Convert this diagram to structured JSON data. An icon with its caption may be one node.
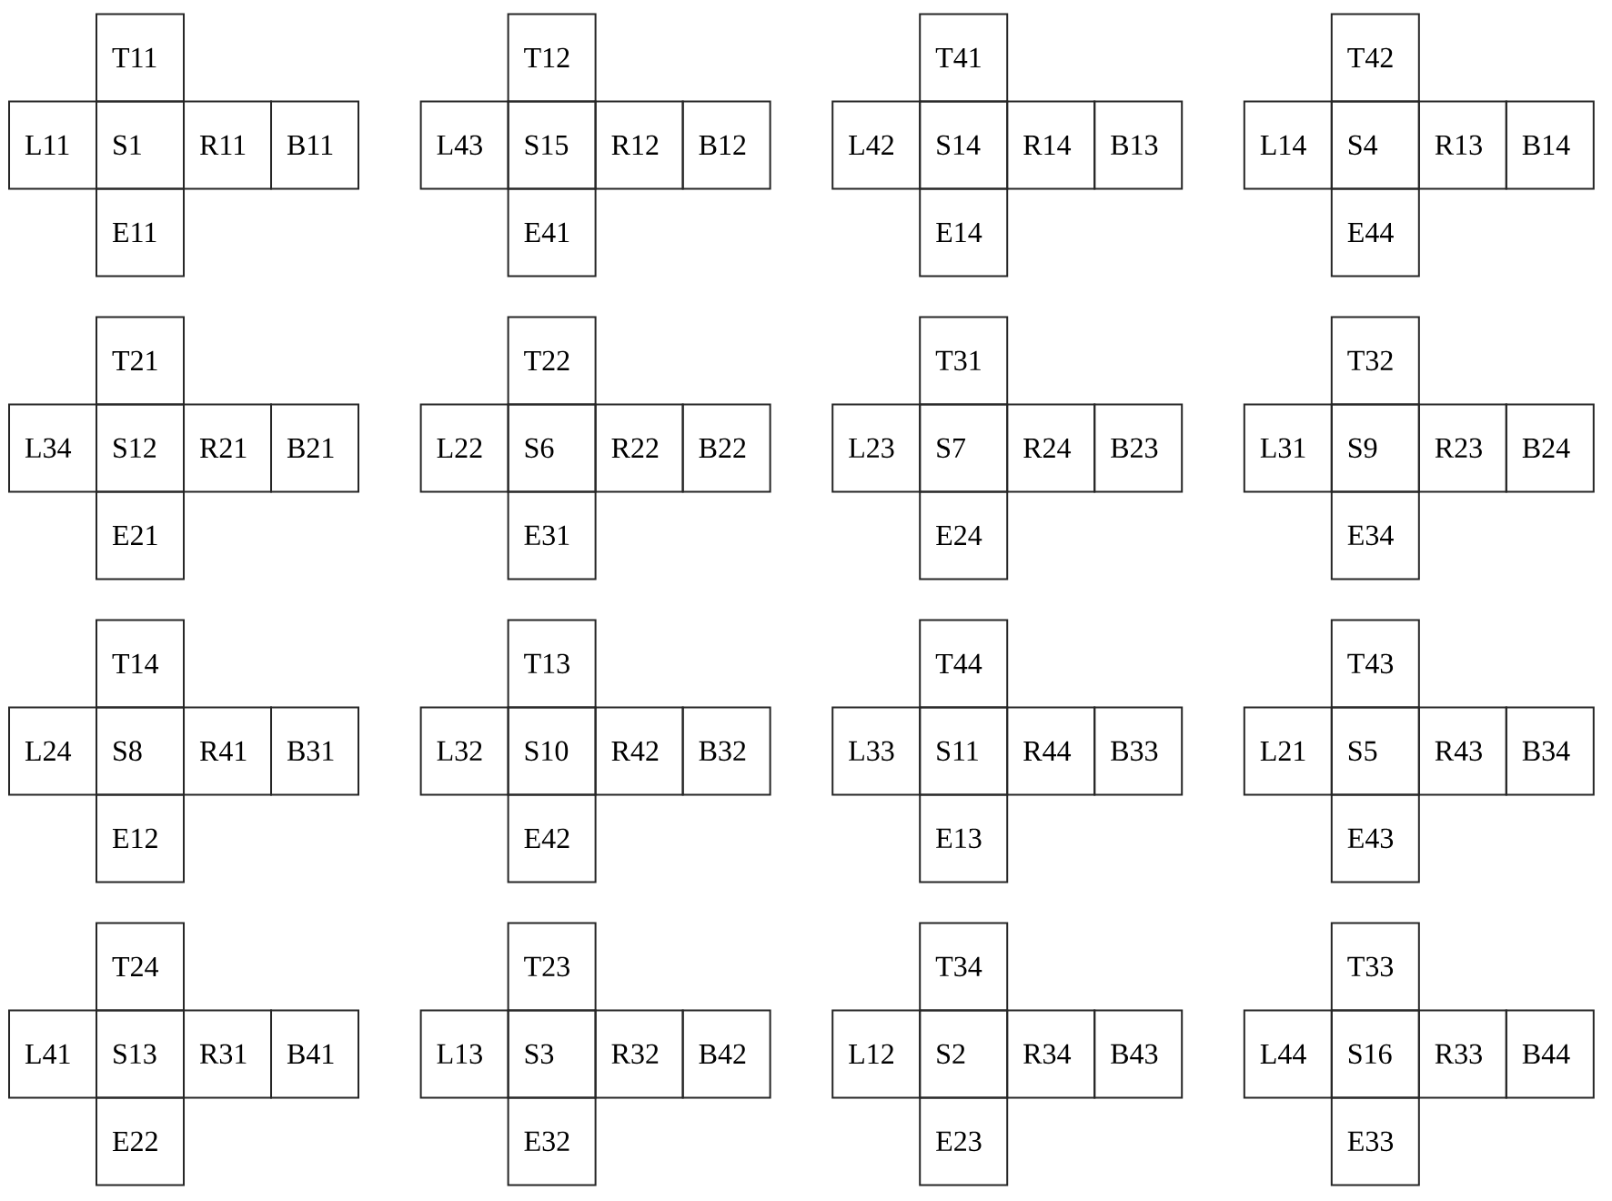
{
  "diagram": {
    "nodes": [
      {
        "text": [
          "T11"
        ]
      },
      {
        "text": [
          "L11"
        ]
      },
      {
        "text": [
          "S1"
        ]
      },
      {
        "text": [
          "R11"
        ]
      },
      {
        "text": [
          "B11"
        ]
      },
      {
        "text": [
          "E11"
        ]
      },
      {
        "text": [
          "T12"
        ]
      },
      {
        "text": [
          "L43"
        ]
      },
      {
        "text": [
          "S15"
        ]
      },
      {
        "text": [
          "R12"
        ]
      },
      {
        "text": [
          "B12"
        ]
      },
      {
        "text": [
          "E41"
        ]
      },
      {
        "text": [
          "T41"
        ]
      },
      {
        "text": [
          "L42"
        ]
      },
      {
        "text": [
          "S14"
        ]
      },
      {
        "text": [
          "R14"
        ]
      },
      {
        "text": [
          "B13"
        ]
      },
      {
        "text": [
          "E14"
        ]
      },
      {
        "text": [
          "T42"
        ]
      },
      {
        "text": [
          "L14"
        ]
      },
      {
        "text": [
          "S4"
        ]
      },
      {
        "text": [
          "R13"
        ]
      },
      {
        "text": [
          "B14"
        ]
      },
      {
        "text": [
          "E44"
        ]
      },
      {
        "text": [
          "T21"
        ]
      },
      {
        "text": [
          "L34"
        ]
      },
      {
        "text": [
          "S12"
        ]
      },
      {
        "text": [
          "R21"
        ]
      },
      {
        "text": [
          "B21"
        ]
      },
      {
        "text": [
          "E21"
        ]
      },
      {
        "text": [
          "T22"
        ]
      },
      {
        "text": [
          "L22"
        ]
      },
      {
        "text": [
          "S6"
        ]
      },
      {
        "text": [
          "R22"
        ]
      },
      {
        "text": [
          "B22"
        ]
      },
      {
        "text": [
          "E31"
        ]
      },
      {
        "text": [
          "T31"
        ]
      },
      {
        "text": [
          "L23"
        ]
      },
      {
        "text": [
          "S7"
        ]
      },
      {
        "text": [
          "R24"
        ]
      },
      {
        "text": [
          "B23"
        ]
      },
      {
        "text": [
          "E24"
        ]
      },
      {
        "text": [
          "T32"
        ]
      },
      {
        "text": [
          "L31"
        ]
      },
      {
        "text": [
          "S9"
        ]
      },
      {
        "text": [
          "R23"
        ]
      },
      {
        "text": [
          "B24"
        ]
      },
      {
        "text": [
          "E34"
        ]
      },
      {
        "text": [
          "T14"
        ]
      },
      {
        "text": [
          "L24"
        ]
      },
      {
        "text": [
          "S8"
        ]
      },
      {
        "text": [
          "R41"
        ]
      },
      {
        "text": [
          "B31"
        ]
      },
      {
        "text": [
          "E12"
        ]
      },
      {
        "text": [
          "T13"
        ]
      },
      {
        "text": [
          "L32"
        ]
      },
      {
        "text": [
          "S10"
        ]
      },
      {
        "text": [
          "R42"
        ]
      },
      {
        "text": [
          "B32"
        ]
      },
      {
        "text": [
          "E42"
        ]
      },
      {
        "text": [
          "T44"
        ]
      },
      {
        "text": [
          "L33"
        ]
      },
      {
        "text": [
          "S11"
        ]
      },
      {
        "text": [
          "R44"
        ]
      },
      {
        "text": [
          "B33"
        ]
      },
      {
        "text": [
          "E13"
        ]
      },
      {
        "text": [
          "T43"
        ]
      },
      {
        "text": [
          "L21"
        ]
      },
      {
        "text": [
          "S5"
        ]
      },
      {
        "text": [
          "R43"
        ]
      },
      {
        "text": [
          "B34"
        ]
      },
      {
        "text": [
          "E43"
        ]
      },
      {
        "text": [
          "T24"
        ]
      },
      {
        "text": [
          "L41"
        ]
      },
      {
        "text": [
          "S13"
        ]
      },
      {
        "text": [
          "R31"
        ]
      },
      {
        "text": [
          "B41"
        ]
      },
      {
        "text": [
          "E22"
        ]
      },
      {
        "text": [
          "T23"
        ]
      },
      {
        "text": [
          "L13"
        ]
      },
      {
        "text": [
          "S3"
        ]
      },
      {
        "text": [
          "R32"
        ]
      },
      {
        "text": [
          "B42"
        ]
      },
      {
        "text": [
          "E32"
        ]
      },
      {
        "text": [
          "T34"
        ]
      },
      {
        "text": [
          "L12"
        ]
      },
      {
        "text": [
          "S2"
        ]
      },
      {
        "text": [
          "R34"
        ]
      },
      {
        "text": [
          "B43"
        ]
      },
      {
        "text": [
          "E23"
        ]
      },
      {
        "text": [
          "T33"
        ]
      },
      {
        "text": [
          "L44"
        ]
      },
      {
        "text": [
          "S16"
        ]
      },
      {
        "text": [
          "R33"
        ]
      },
      {
        "text": [
          "B44"
        ]
      },
      {
        "text": [
          "E33"
        ]
      }
    ]
  }
}
